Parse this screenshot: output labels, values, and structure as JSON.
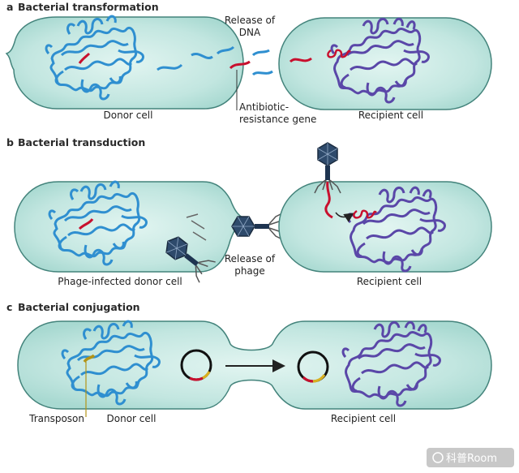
{
  "panels": {
    "a": {
      "letter": "a",
      "title": "Bacterial transformation",
      "donor_label": "Donor cell",
      "recipient_label": "Recipient cell",
      "release_label_1": "Release of",
      "release_label_2": "DNA",
      "gene_label_1": "Antibiotic-",
      "gene_label_2": "resistance gene"
    },
    "b": {
      "letter": "b",
      "title": "Bacterial transduction",
      "donor_label": "Phage-infected donor cell",
      "recipient_label": "Recipient cell",
      "release_label_1": "Release of",
      "release_label_2": "phage"
    },
    "c": {
      "letter": "c",
      "title": "Bacterial conjugation",
      "transposon_label": "Transposon",
      "donor_label": "Donor cell",
      "recipient_label": "Recipient cell"
    }
  },
  "watermark": "科普Room",
  "colors": {
    "cell_fill": "#c3e7e2",
    "cell_edge": "#43837b",
    "donor_dna": "#2f8fd0",
    "recipient_dna": "#5a47a8",
    "resistance_gene": "#c8102e",
    "phage": "#27405e",
    "transposon": "#b39416"
  }
}
